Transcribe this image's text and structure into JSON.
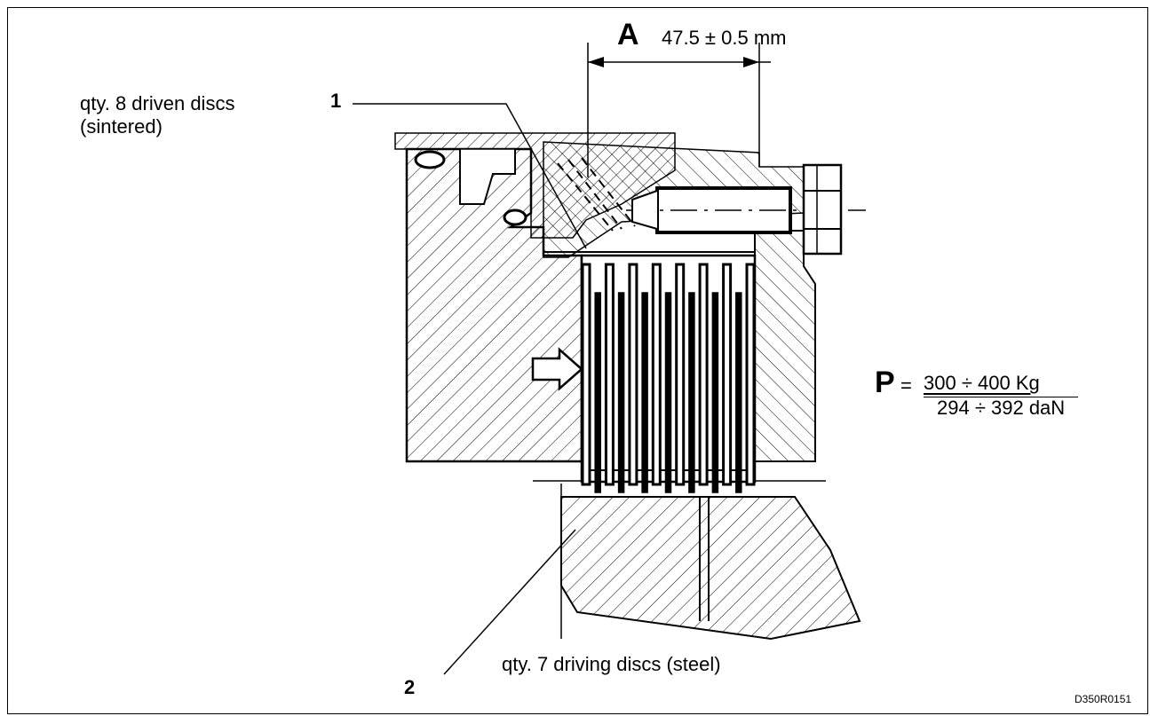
{
  "dimension": {
    "letter": "A",
    "value": "47.5 ± 0.5 mm"
  },
  "callouts": {
    "item1": "1",
    "item2": "2"
  },
  "labels": {
    "driven_line1": "qty. 8 driven discs",
    "driven_line2": "(sintered)",
    "driving": "qty. 7 driving discs (steel)"
  },
  "force": {
    "letter": "P",
    "equals": "=",
    "value_kg": "300 ÷ 400 Kg",
    "value_dan": "294 ÷ 392 daN"
  },
  "drawing_code": "D350R0151",
  "counts": {
    "driven_discs": 8,
    "driving_discs": 7
  }
}
